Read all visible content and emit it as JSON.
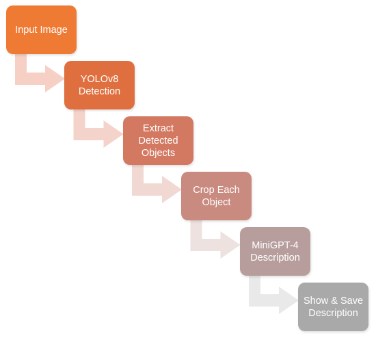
{
  "steps": [
    {
      "label": "Input Image",
      "color": "#ef7a33"
    },
    {
      "label": "YOLOv8\nDetection",
      "color": "#e06f3f"
    },
    {
      "label": "Extract\nDetected\nObjects",
      "color": "#d37861"
    },
    {
      "label": "Crop Each\nObject",
      "color": "#c98a80"
    },
    {
      "label": "MiniGPT-4\nDescription",
      "color": "#b79e9c"
    },
    {
      "label": "Show & Save\nDescription",
      "color": "#a9a9a9"
    }
  ],
  "arrow_colors": [
    "#f6d0c4",
    "#f4d3cb",
    "#f1d8d3",
    "#ede2e0",
    "#e9e9e9"
  ]
}
